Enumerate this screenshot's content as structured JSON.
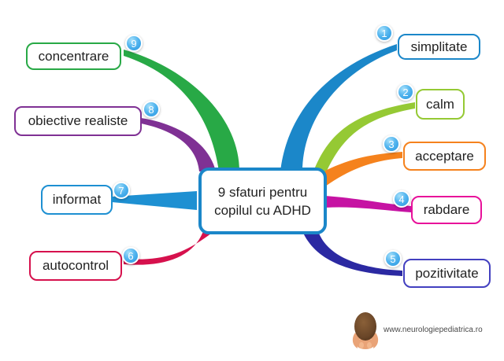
{
  "center": {
    "line1": "9 sfaturi pentru",
    "line2": "copilul cu ADHD",
    "color": "#1b87c9"
  },
  "branches": [
    {
      "number": "1",
      "label": "simplitate",
      "color": "#1b87c9"
    },
    {
      "number": "2",
      "label": "calm",
      "color": "#95c934"
    },
    {
      "number": "3",
      "label": "acceptare",
      "color": "#f5821d"
    },
    {
      "number": "4",
      "label": "rabdare",
      "color": "#c613a3",
      "box_color": "#e8119a"
    },
    {
      "number": "5",
      "label": "pozitivitate",
      "color": "#2b29a2",
      "box_color": "#4340c0"
    },
    {
      "number": "6",
      "label": "autocontrol",
      "color": "#d6114d"
    },
    {
      "number": "7",
      "label": "informat",
      "color": "#1e90d2"
    },
    {
      "number": "8",
      "label": "obiective realiste",
      "color": "#7f3194"
    },
    {
      "number": "9",
      "label": "concentrare",
      "color": "#28a946"
    }
  ],
  "badge_colors": {
    "top": "#a6e0fa",
    "bottom": "#2596e0"
  },
  "watermark": {
    "text": "www.neurologiepediatrica.ro"
  }
}
